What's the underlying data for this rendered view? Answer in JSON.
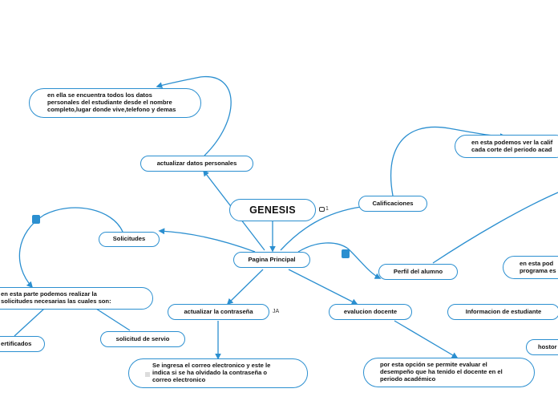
{
  "map": {
    "central": "GENESIS",
    "comment_count": "1",
    "main_topic": "Pagina Principal",
    "datos_personales": "actualizar datos personales",
    "datos_personales_note": [
      "en ella se encuentra todos los datos",
      "personales del estudiante desde el nombre",
      "completo,lugar donde vive,telefono y demas"
    ],
    "calificaciones": "Calificaciones",
    "calificaciones_note": [
      "en esta podemos ver la calif",
      "cada corte del periodo acad"
    ],
    "solicitudes": "Solicitudes",
    "solicitudes_note": [
      "en esta parte podemos realizar la",
      "solicitudes necesarias las cuales son:"
    ],
    "certificados": "ertificados",
    "servicio": "solicitud de servio",
    "contrasena": "actualizar la contraseña",
    "contrasena_tag": "JA",
    "contrasena_note": [
      "Se ingresa el correo electronico y este le",
      "indica si se ha olvidado la contraseña o",
      "correo electronico"
    ],
    "evaluacion": "evalucion docente",
    "evaluacion_note": [
      "por esta opción se permite evaluar el",
      "desempeño que ha tenido el docente en el",
      "periodo académico"
    ],
    "perfil": "Perfil del alumno",
    "perfil_note": [
      "en esta pod",
      "programa es"
    ],
    "info_estudiante": "Informacion de estudiante",
    "historial": "hostor"
  },
  "colors": {
    "line": "#2b8fd0",
    "border": "#2b8fd0",
    "text": "#111111"
  }
}
